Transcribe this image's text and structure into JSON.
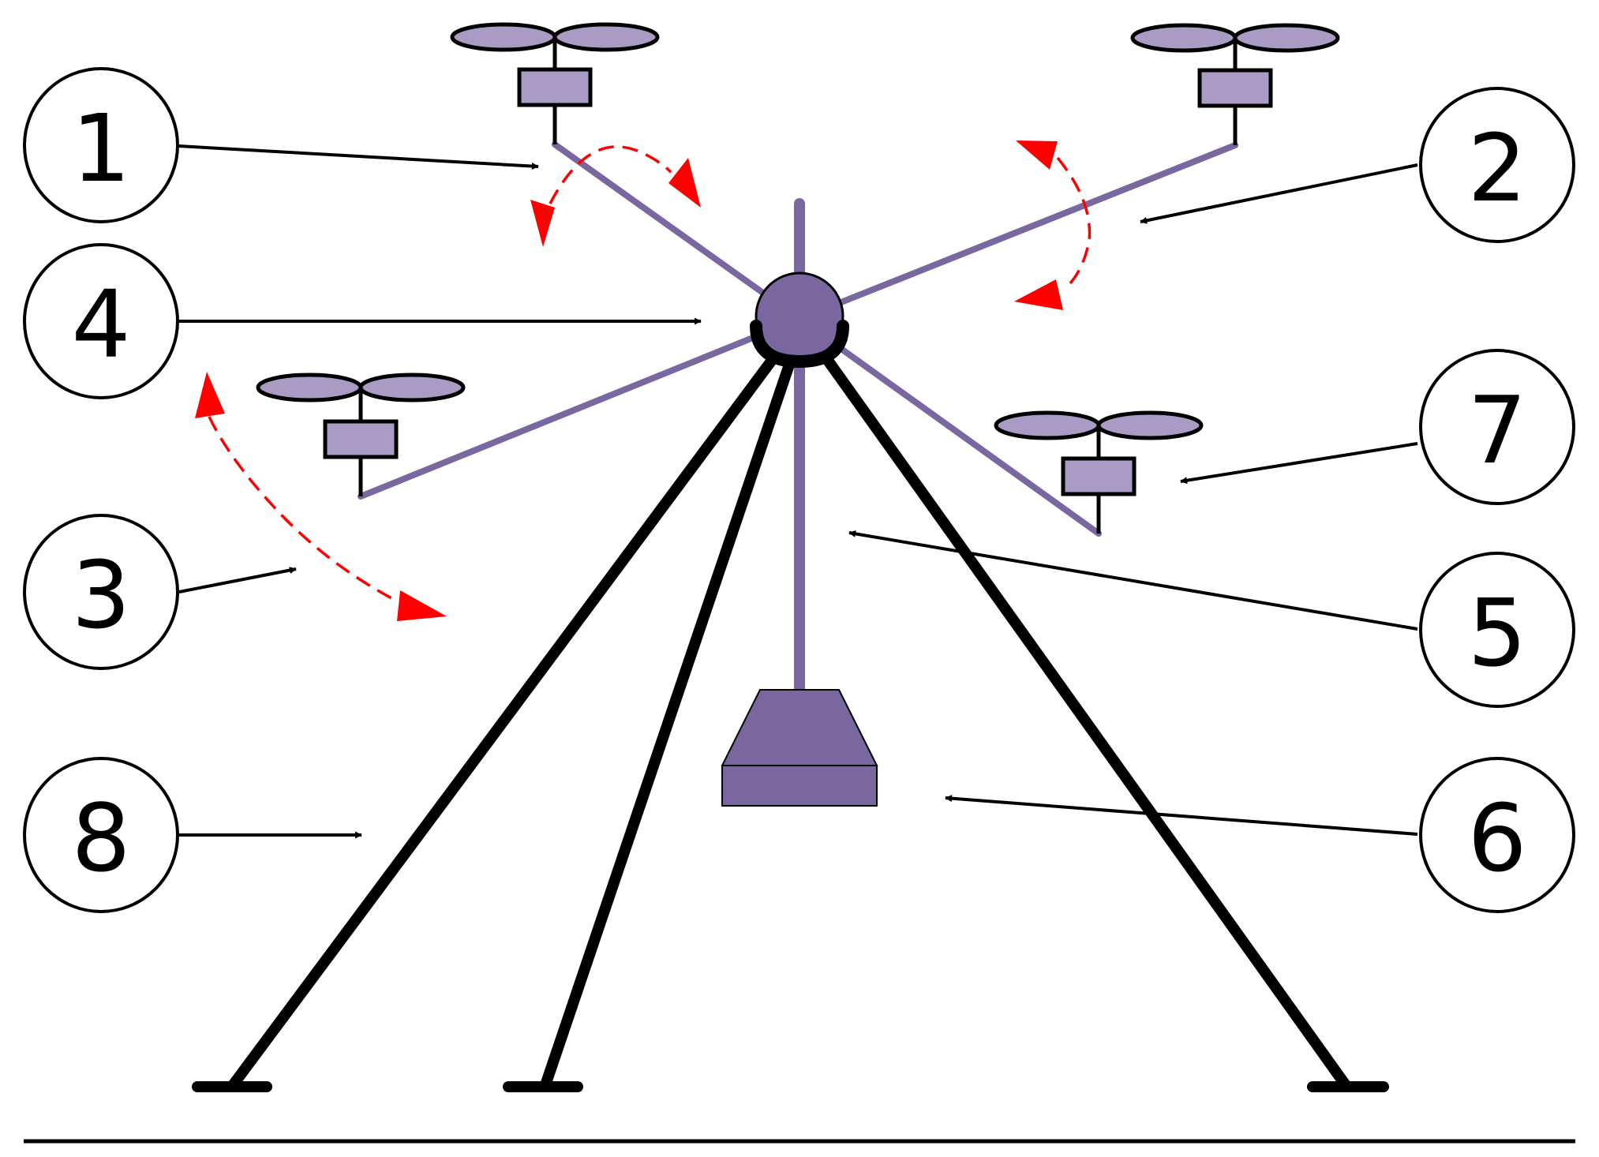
{
  "colors": {
    "arm": "#7b67a0",
    "hub": "#7b67a0",
    "rotor": "#a99bc4",
    "motor": "#a99bc4",
    "stand": "#000000",
    "rotation_arrow": "#ff0000",
    "pointer": "#000000"
  },
  "callouts": [
    {
      "id": "1",
      "label": "1"
    },
    {
      "id": "2",
      "label": "2"
    },
    {
      "id": "3",
      "label": "3"
    },
    {
      "id": "4",
      "label": "4"
    },
    {
      "id": "5",
      "label": "5"
    },
    {
      "id": "6",
      "label": "6"
    },
    {
      "id": "7",
      "label": "7"
    },
    {
      "id": "8",
      "label": "8"
    }
  ]
}
